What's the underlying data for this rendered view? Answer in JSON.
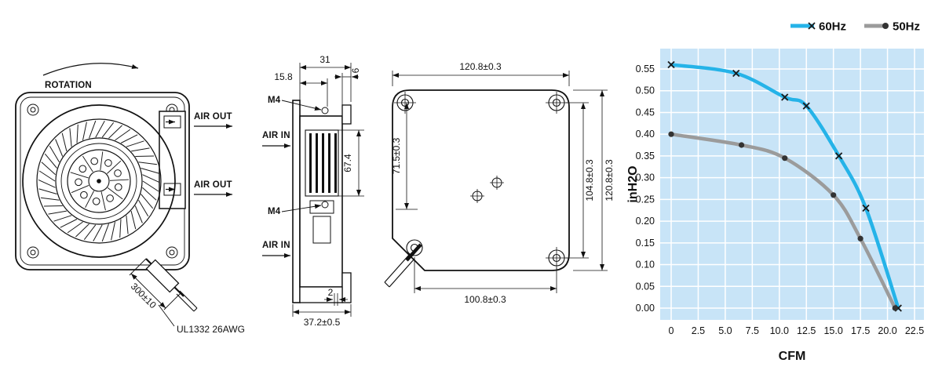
{
  "drawing": {
    "front_view": {
      "rotation_label": "ROTATION",
      "air_out_top": "AIR OUT",
      "air_out_bottom": "AIR OUT",
      "lead_length_dim": "300±10",
      "lead_wire_spec": "UL1332 26AWG"
    },
    "side_view": {
      "dim_depth": "31",
      "dim_inlet_depth": "15.8",
      "dim_flange_offset": "6",
      "screw_top": "M4",
      "screw_bottom": "M4",
      "air_in_top": "AIR IN",
      "air_in_bottom": "AIR IN",
      "dim_motor_height": "67.4",
      "dim_base_thickness": "2",
      "dim_overall_depth": "37.2±0.5"
    },
    "back_view": {
      "dim_overall_width": "120.8±0.3",
      "dim_outlet_offset": "71.5±0.3",
      "dim_hole_pitch_vertical": "104.8±0.3",
      "dim_overall_height": "120.8±0.3",
      "dim_hole_pitch_horizontal": "100.8±0.3"
    }
  },
  "chart_data": {
    "type": "line",
    "title": "",
    "xlabel": "CFM",
    "ylabel": "inH2O",
    "xlim": [
      0,
      22.5
    ],
    "ylim": [
      0,
      0.55
    ],
    "x_tick_labels": [
      "0",
      "2.5",
      "5.0",
      "7.5",
      "10.0",
      "12.5",
      "15.0",
      "17.5",
      "20.0",
      "22.5"
    ],
    "y_tick_labels": [
      "0.00",
      "0.05",
      "0.10",
      "0.15",
      "0.20",
      "0.25",
      "0.30",
      "0.35",
      "0.40",
      "0.45",
      "0.50",
      "0.55"
    ],
    "grid": true,
    "legend_position": "top-right",
    "plot_background": "#c8e4f7",
    "grid_color": "#ffffff",
    "series": [
      {
        "name": "60Hz",
        "color": "#25b3e8",
        "marker": "x",
        "marker_color": "#1a1a1a",
        "points": [
          [
            0,
            0.56
          ],
          [
            6,
            0.54
          ],
          [
            10.5,
            0.485
          ],
          [
            12.5,
            0.465
          ],
          [
            15.5,
            0.35
          ],
          [
            18,
            0.23
          ],
          [
            21,
            0
          ]
        ]
      },
      {
        "name": "50Hz",
        "color": "#9b9b9b",
        "marker": "circle",
        "marker_color": "#333333",
        "points": [
          [
            0,
            0.4
          ],
          [
            6.5,
            0.375
          ],
          [
            10.5,
            0.345
          ],
          [
            15,
            0.26
          ],
          [
            17.5,
            0.16
          ],
          [
            20.7,
            0
          ]
        ]
      }
    ]
  }
}
